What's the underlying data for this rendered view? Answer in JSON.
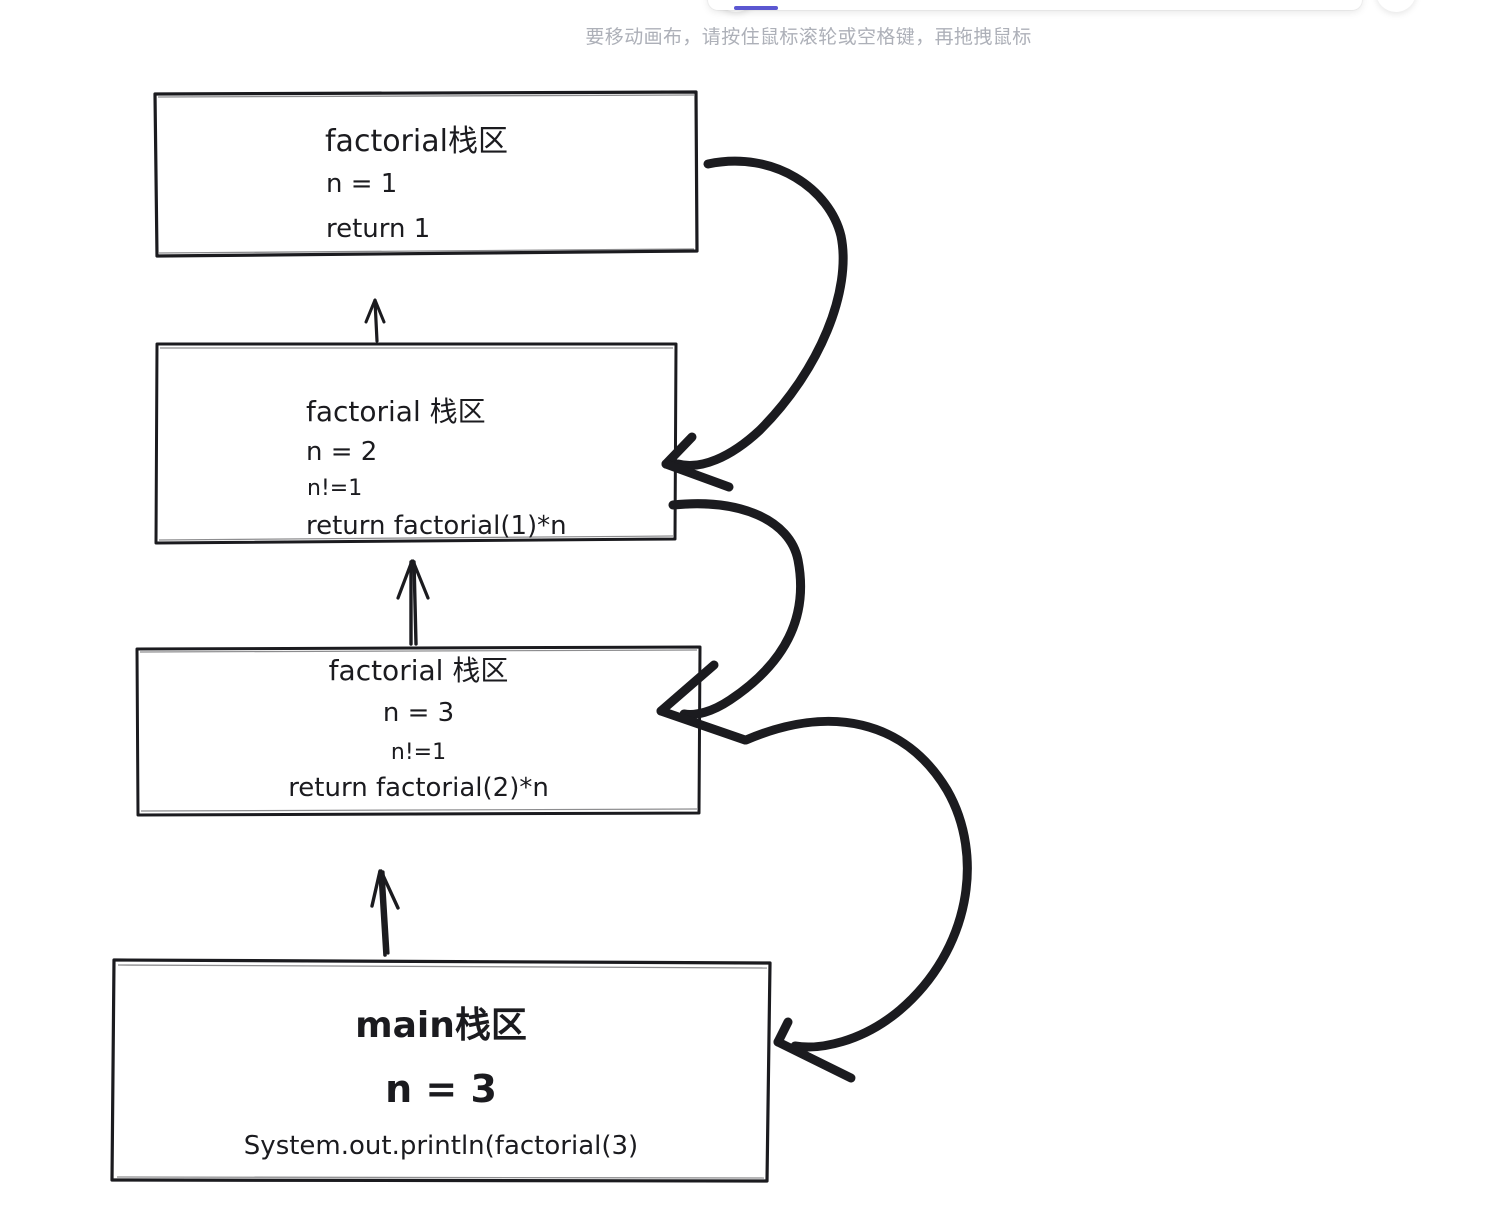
{
  "app": {
    "hint": "要移动画布，请按住鼠标滚轮或空格键，再拖拽鼠标",
    "accent_color": "#5b57d1",
    "ink_color": "#1b1b1f",
    "canvas_background": "#ffffff"
  },
  "toolbar": {
    "active_tool_indicator": "",
    "left_button_icon": "menu-icon",
    "right_button_icon": "library-icon"
  },
  "diagram": {
    "title": "factorial recursion call stack",
    "boxes": [
      {
        "id": "factorial-n1",
        "align": "left",
        "lines": [
          {
            "text": "factorial栈区",
            "size": 30
          },
          {
            "text": "n = 1",
            "size": 26
          },
          {
            "text": "return 1",
            "size": 26
          }
        ]
      },
      {
        "id": "factorial-n2",
        "align": "left",
        "lines": [
          {
            "text": "factorial 栈区",
            "size": 28
          },
          {
            "text": "n = 2",
            "size": 26
          },
          {
            "text": "n!=1",
            "size": 22
          },
          {
            "text": "return factorial(1)*n",
            "size": 26
          }
        ]
      },
      {
        "id": "factorial-n3",
        "align": "center",
        "lines": [
          {
            "text": "factorial 栈区",
            "size": 28
          },
          {
            "text": "n = 3",
            "size": 26
          },
          {
            "text": "n!=1",
            "size": 22
          },
          {
            "text": "return factorial(2)*n",
            "size": 26
          }
        ]
      },
      {
        "id": "main-stack",
        "align": "center",
        "lines": [
          {
            "text": "main栈区",
            "size": 36
          },
          {
            "text": "n = 3",
            "size": 38
          },
          {
            "text": "System.out.println(factorial(3)",
            "size": 26
          }
        ]
      }
    ],
    "arrows": [
      {
        "id": "call-main-to-n3",
        "kind": "straight-up",
        "note": "main 栈区 calls factorial(3)"
      },
      {
        "id": "call-n3-to-n2",
        "kind": "straight-up",
        "note": "factorial(3) calls factorial(2)"
      },
      {
        "id": "call-n2-to-n1",
        "kind": "straight-up",
        "note": "factorial(2) calls factorial(1)"
      },
      {
        "id": "return-n1-to-n2",
        "kind": "curved-right",
        "note": "factorial(1) returns 1 to factorial(2)"
      },
      {
        "id": "return-n2-to-n3",
        "kind": "curved-right",
        "note": "factorial(2) returns to factorial(3)"
      },
      {
        "id": "return-n3-to-main",
        "kind": "curved-right",
        "note": "factorial(3) returns to main"
      }
    ]
  }
}
